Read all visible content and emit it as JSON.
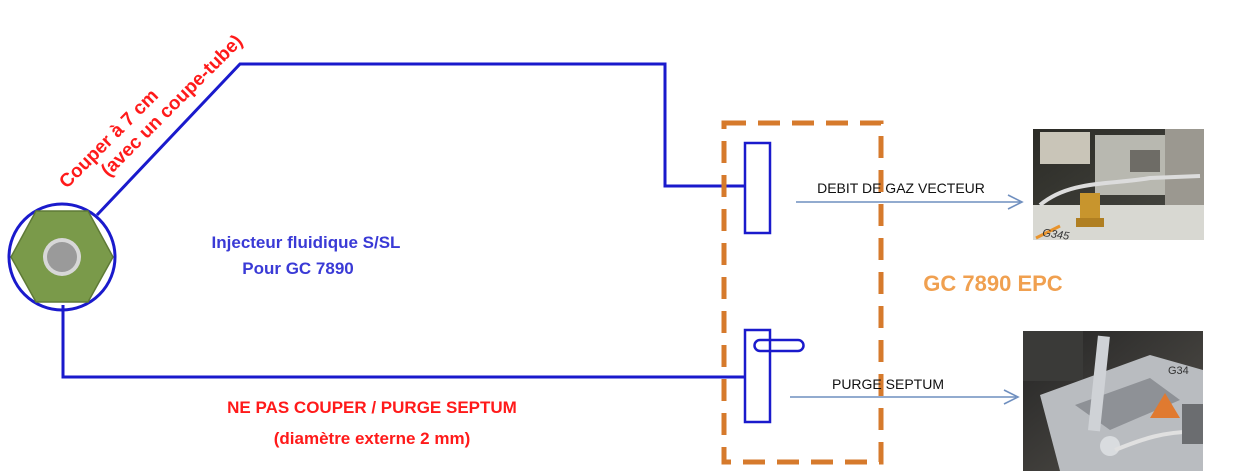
{
  "labels": {
    "cut_line1": "Couper à 7 cm",
    "cut_line2": "(avec un coupe-tube)",
    "injector_line1": "Injecteur fluidique S/SL",
    "injector_line2": "Pour GC 7890",
    "gc_epc": "GC 7890 EPC",
    "carrier_flow": "DEBIT DE GAZ VECTEUR",
    "purge": "PURGE SEPTUM",
    "no_cut_line1": "NE PAS COUPER / PURGE SEPTUM",
    "no_cut_line2": "(diamètre externe 2 mm)",
    "photo_code_top": "G345",
    "photo_code_bottom": "G34"
  },
  "colors": {
    "tube": "#1a1acc",
    "label_blue": "#3a3ad6",
    "red": "#ff1a1a",
    "orange": "#d67a2c",
    "orange_text": "#f0a050",
    "arrow": "#6f8fbf",
    "nut_green": "#7a9a4a",
    "nut_grey": "#9a9a9a"
  }
}
